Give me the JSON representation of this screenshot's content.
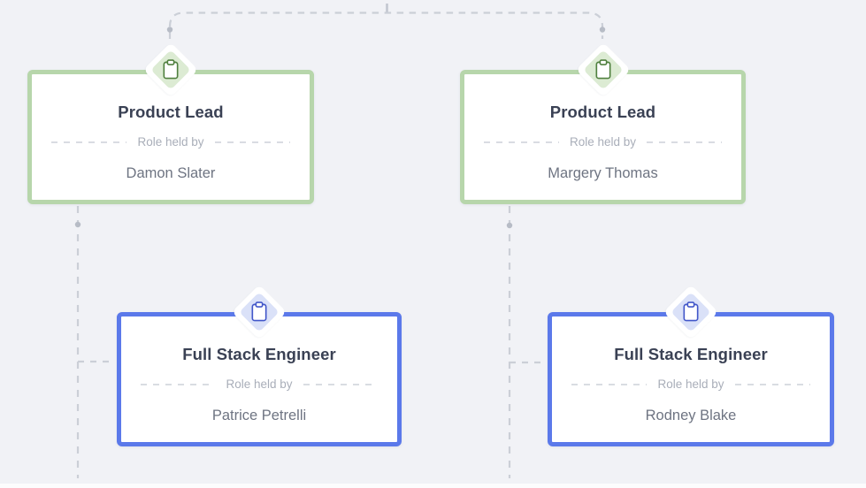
{
  "diagram": {
    "type": "org-role-chart",
    "badge_icon": "clipboard-icon"
  },
  "cards": [
    {
      "title": "Product Lead",
      "role_label": "Role held by",
      "person": "Damon Slater",
      "variant": "green"
    },
    {
      "title": "Product Lead",
      "role_label": "Role held by",
      "person": "Margery Thomas",
      "variant": "green"
    },
    {
      "title": "Full Stack Engineer",
      "role_label": "Role held by",
      "person": "Patrice Petrelli",
      "variant": "blue"
    },
    {
      "title": "Full Stack Engineer",
      "role_label": "Role held by",
      "person": "Rodney Blake",
      "variant": "blue"
    }
  ],
  "colors": {
    "background": "#f1f2f6",
    "card_background": "#ffffff",
    "card_border_green": "#b7d6ab",
    "card_border_blue": "#5b79ea",
    "badge_diamond_green": "#dcebd3",
    "badge_diamond_blue": "#dae1f8",
    "icon_green": "#50803f",
    "icon_blue": "#4257c9",
    "title_text": "#3a4154",
    "role_label_text": "#a9aeb9",
    "person_text": "#6e7482",
    "connector_line": "#cbcfd7",
    "connector_dot": "#b7bcc6",
    "in_card_dash": "#d9dce2"
  }
}
